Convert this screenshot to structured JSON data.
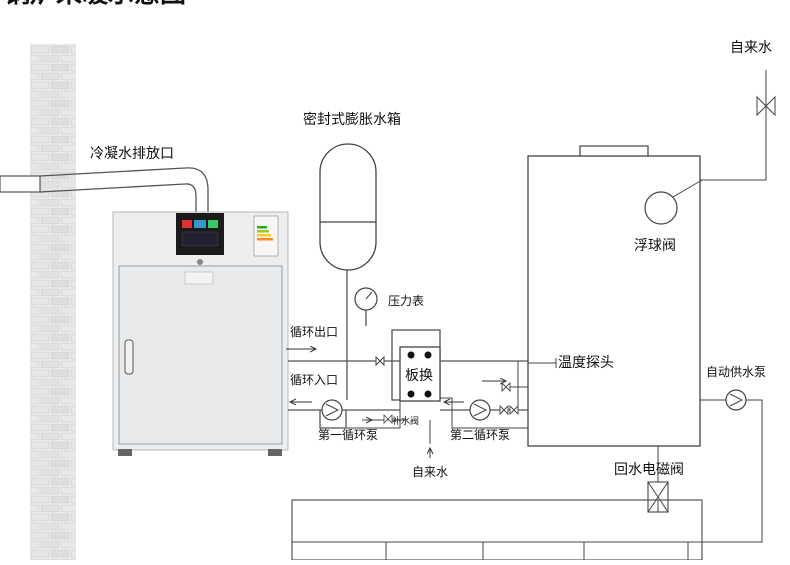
{
  "title": "锅炉采暖示意图",
  "labels": {
    "condensate_outlet": "冷凝水排放口",
    "expansion_tank": "密封式膨胀水箱",
    "pressure_gauge": "压力表",
    "circulation_outlet": "循环出口",
    "circulation_inlet": "循环入口",
    "plate_exchanger": "板换",
    "makeup_valve": "补水阀",
    "first_pump": "第一循环泵",
    "second_pump": "第二循环泵",
    "tap_water_bottom": "自来水",
    "tap_water_top": "自来水",
    "temperature_probe": "温度探头",
    "float_valve": "浮球阀",
    "auto_supply_pump": "自动供水泵",
    "return_solenoid_valve": "回水电磁阀"
  },
  "colors": {
    "pipe": "#555555",
    "boiler_body": "#eceef0",
    "panel_bg": "#1b1b1b",
    "brick": "#e8e8e8"
  }
}
